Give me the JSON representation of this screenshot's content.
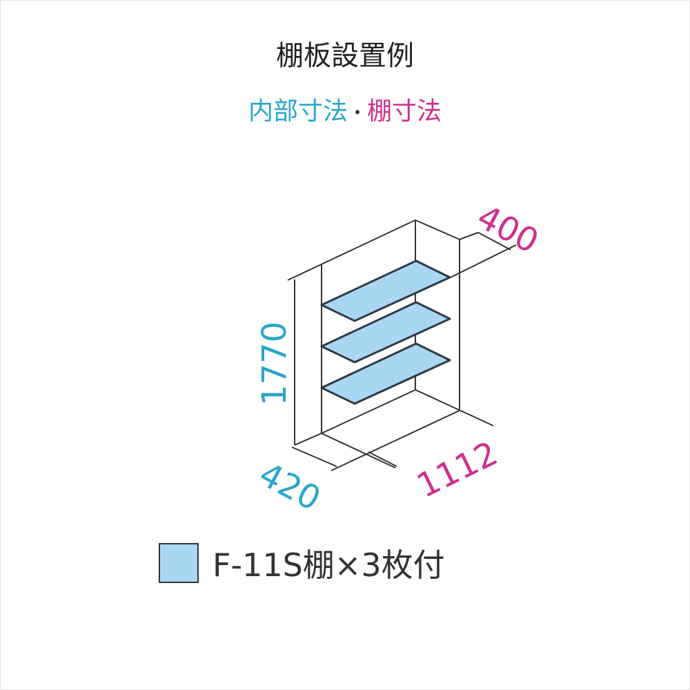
{
  "title": "棚板設置例",
  "subtitle": {
    "internal": "内部寸法",
    "separator": "・",
    "shelf": "棚寸法"
  },
  "dimensions": {
    "shelf_depth": "400",
    "height": "1770",
    "depth": "420",
    "width": "1112"
  },
  "legend": {
    "label": "F-11S棚×3枚付"
  },
  "colors": {
    "internal": "#2aa6c9",
    "shelf": "#cf2f8c",
    "shelf_fill": "#a9d6f2"
  }
}
